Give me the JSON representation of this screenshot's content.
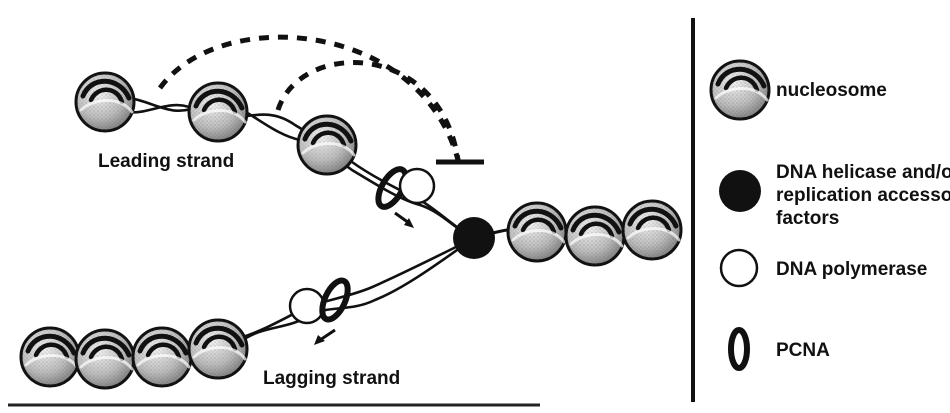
{
  "labels": {
    "leading_strand": "Leading strand",
    "lagging_strand": "Lagging strand"
  },
  "legend": {
    "nucleosome": "nucleosome",
    "helicase_line1": "DNA helicase and/or",
    "helicase_line2": "replication accessory",
    "helicase_line3": "factors",
    "polymerase": "DNA polymerase",
    "pcna": "PCNA"
  },
  "colors": {
    "ink": "#111111",
    "nucleosome_fill": "#cfcfcf",
    "background": "#ffffff"
  }
}
